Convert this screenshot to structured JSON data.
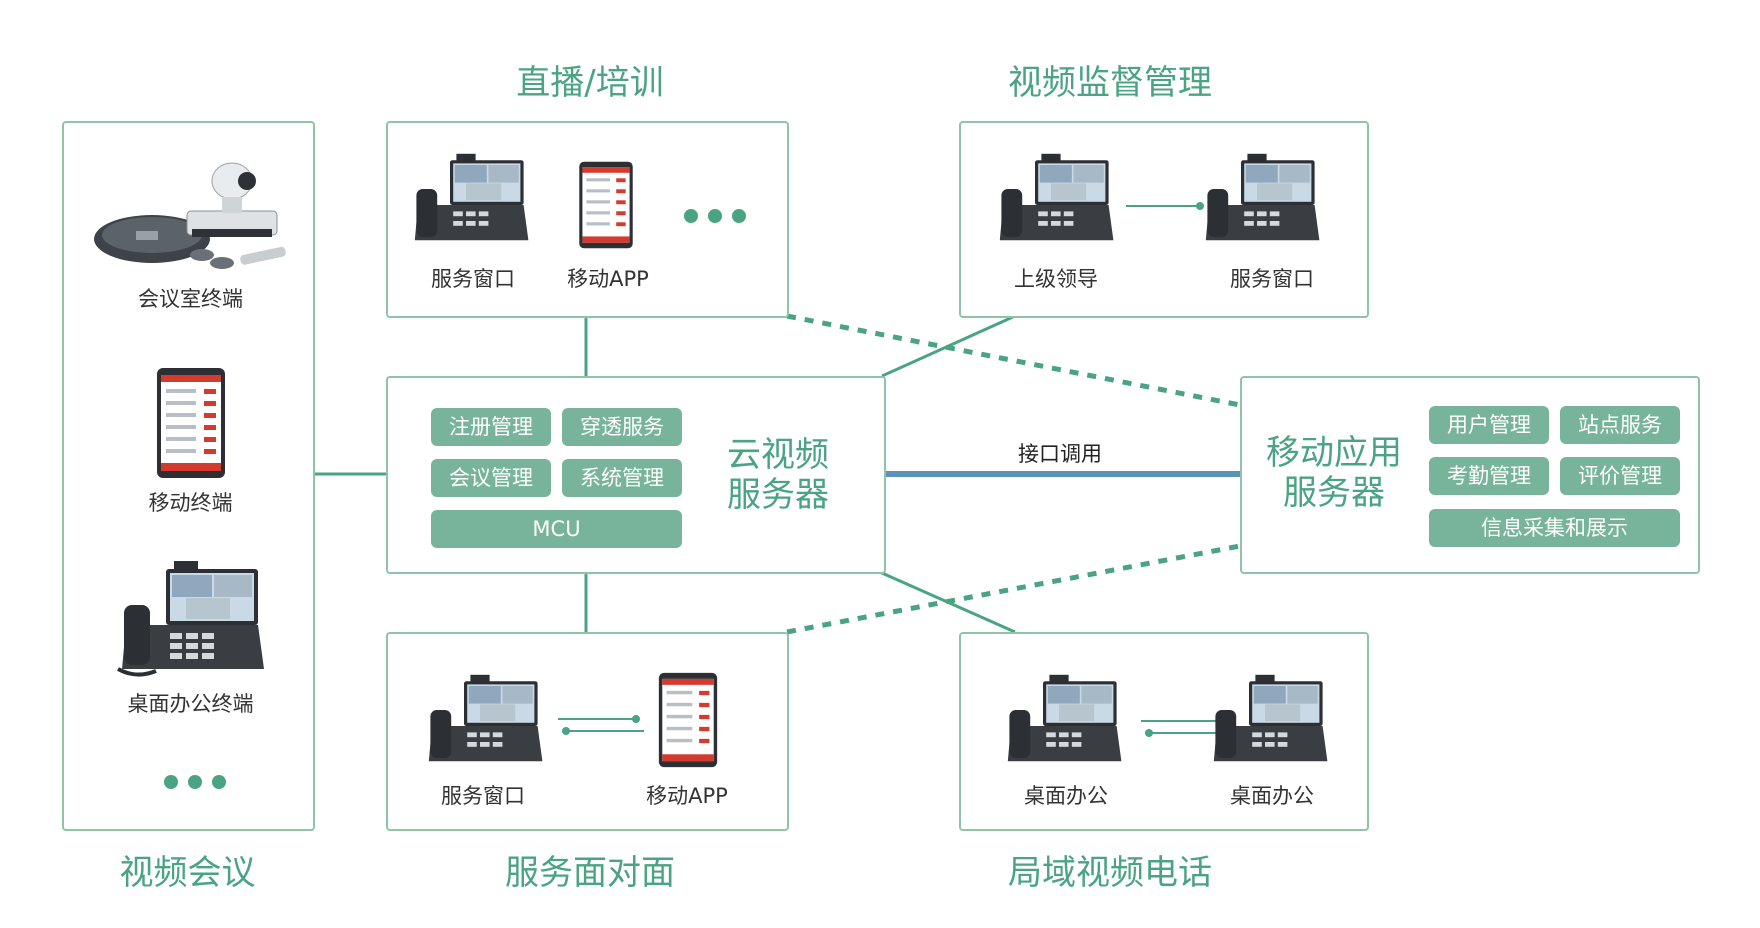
{
  "colors": {
    "accent": "#4aa383",
    "tag": "#78b49b",
    "border": "#8fc4ab",
    "api_line": "#5b93b7"
  },
  "sections": {
    "live_training": "直播/培训",
    "video_supervision": "视频监督管理",
    "video_conference": "视频会议",
    "face_to_face": "服务面对面",
    "lan_video_phone": "局域视频电话"
  },
  "conference_panel": {
    "items": [
      {
        "label": "会议室终端",
        "icon": "conference-room-terminal-icon"
      },
      {
        "label": "移动终端",
        "icon": "mobile-terminal-icon"
      },
      {
        "label": "桌面办公终端",
        "icon": "desk-video-phone-icon"
      }
    ]
  },
  "live_panel": {
    "items": [
      "服务窗口",
      "移动APP"
    ]
  },
  "supervision_panel": {
    "items": [
      "上级领导",
      "服务窗口"
    ]
  },
  "face_panel": {
    "items": [
      "服务窗口",
      "移动APP"
    ]
  },
  "lan_panel": {
    "items": [
      "桌面办公",
      "桌面办公"
    ]
  },
  "cloud_server": {
    "title_line1": "云视频",
    "title_line2": "服务器",
    "tags": [
      "注册管理",
      "穿透服务",
      "会议管理",
      "系统管理",
      "MCU"
    ]
  },
  "mobile_server": {
    "title_line1": "移动应用",
    "title_line2": "服务器",
    "tags": [
      "用户管理",
      "站点服务",
      "考勤管理",
      "评价管理",
      "信息采集和展示"
    ]
  },
  "connection": {
    "api_label": "接口调用"
  }
}
